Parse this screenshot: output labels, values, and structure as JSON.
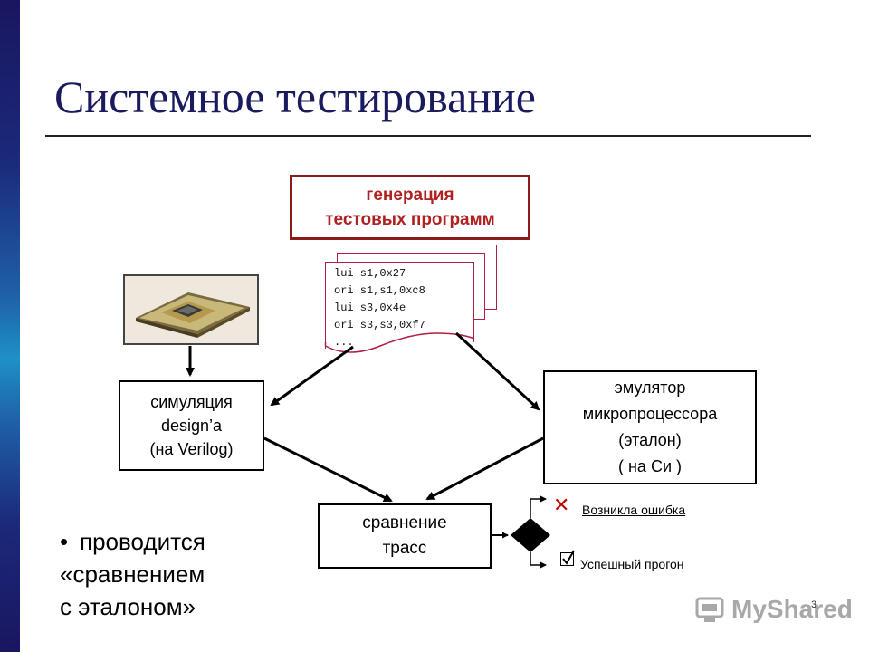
{
  "slide": {
    "title": "Системное тестирование",
    "page_number": "3"
  },
  "generator": {
    "line1": "генерация",
    "line2": "тестовых программ"
  },
  "code_listing": {
    "text": "lui s1,0x27\nori s1,s1,0xc8\nlui s3,0x4e\nori s3,s3,0xf7\n..."
  },
  "simulation": {
    "line1": "симуляция",
    "line2": "design’a",
    "line3": "(на Verilog)"
  },
  "emulator": {
    "line1": "эмулятор",
    "line2": "микропроцессора",
    "line3": "(эталон)",
    "line4": "( на Си )"
  },
  "comparison": {
    "line1": "сравнение",
    "line2": "трасс"
  },
  "outcomes": {
    "error": "Возникла ошибка",
    "success": "Успешный прогон"
  },
  "bullet": {
    "line1": "проводится",
    "line2": "«сравнением",
    "line3": "с эталоном»"
  },
  "watermark": {
    "text": "MyShared"
  },
  "colors": {
    "title": "#1a1a5e",
    "generator_border": "#8b1a1a",
    "generator_text": "#b02020",
    "error_icon": "#c00000"
  }
}
